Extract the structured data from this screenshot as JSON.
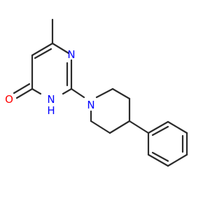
{
  "molecule": {
    "atoms": [
      {
        "id": "O",
        "symbol": "O",
        "color": "#ff0000"
      },
      {
        "id": "N3",
        "symbol": "N",
        "color": "#0000ff"
      },
      {
        "id": "H",
        "symbol": "H",
        "color": "#0000ff"
      },
      {
        "id": "N1",
        "symbol": "N",
        "color": "#0000ff"
      },
      {
        "id": "Np",
        "symbol": "N",
        "color": "#0000ff"
      }
    ],
    "bond_color": "#2b2b2b"
  }
}
